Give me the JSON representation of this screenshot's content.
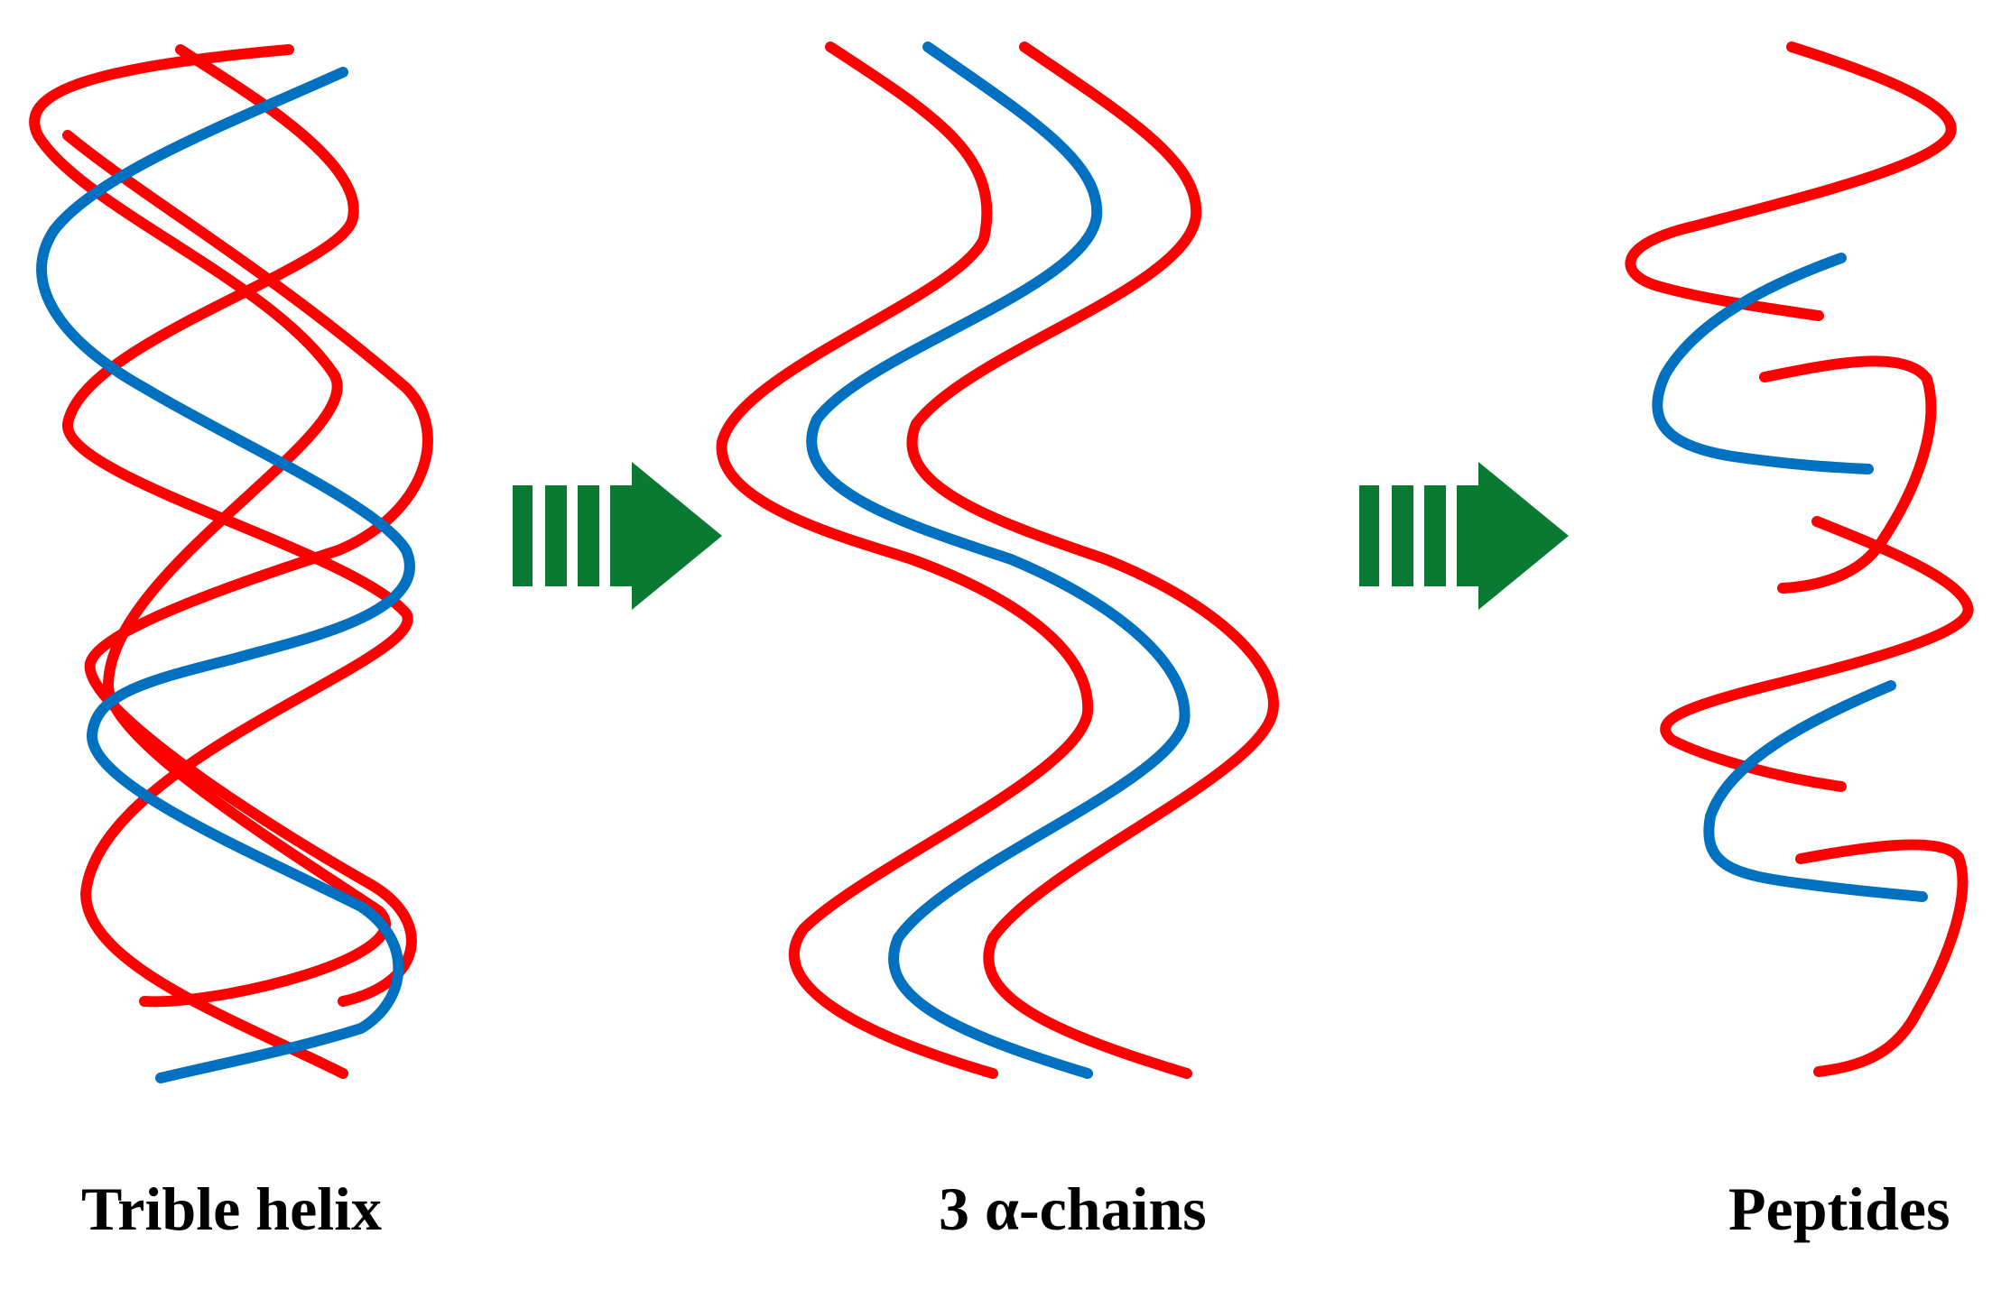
{
  "colors": {
    "alpha_chain": "#ff0000",
    "blue_chain": "#0070c0",
    "arrow": "#0a7a32",
    "text": "#000000",
    "background": "#ffffff"
  },
  "stages": [
    {
      "id": "triple-helix",
      "label": "Trible helix"
    },
    {
      "id": "alpha-chains",
      "label": "3 α-chains"
    },
    {
      "id": "peptides",
      "label": "Peptides"
    }
  ],
  "arrows": [
    {
      "from": "triple-helix",
      "to": "alpha-chains",
      "icon": "striped-right-arrow-icon"
    },
    {
      "from": "alpha-chains",
      "to": "peptides",
      "icon": "striped-right-arrow-icon"
    }
  ]
}
